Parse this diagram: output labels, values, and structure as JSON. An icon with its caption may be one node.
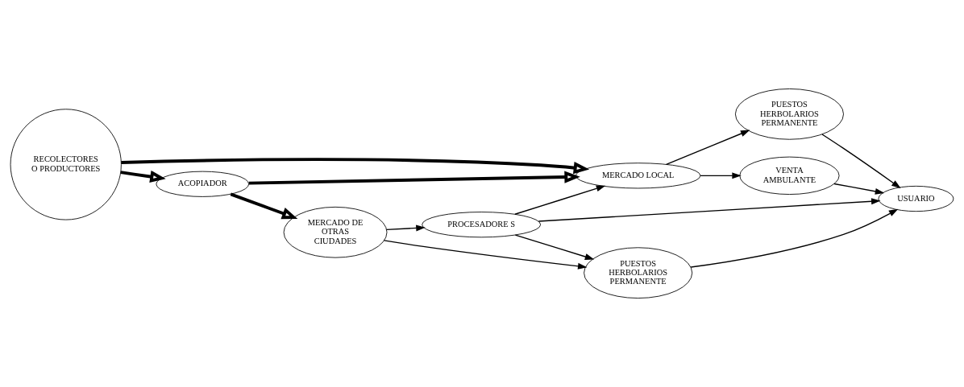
{
  "diagram": {
    "nodes": [
      {
        "text": [
          "RECOLECTORES O PRODUCTORES"
        ]
      },
      {
        "text": [
          "ACOPIADOR"
        ]
      },
      {
        "text": [
          "MERCADO DE OTRAS CIUDADES"
        ]
      },
      {
        "text": [
          "PUESTOS HERBOLARIOS PERMANENTE"
        ]
      },
      {
        "text": [
          "PROCESADORE S"
        ]
      },
      {
        "text": [
          "MERCADO LOCAL"
        ]
      },
      {
        "text": [
          "VENTA AMBULANTE"
        ]
      },
      {
        "text": [
          "PUESTOS HERBOLARIOS PERMANENTE"
        ]
      },
      {
        "text": [
          "USUARIO"
        ]
      }
    ],
    "edges": [
      {
        "from": 0,
        "to": 1,
        "arrow": "to",
        "style": "thick"
      },
      {
        "from": 1,
        "to": 2,
        "arrow": "to",
        "style": "thick"
      },
      {
        "from": 2,
        "to": 3,
        "arrow": "to"
      },
      {
        "from": 2,
        "to": 4,
        "arrow": "to"
      },
      {
        "from": 4,
        "to": 3,
        "arrow": "to"
      },
      {
        "from": 1,
        "to": 5,
        "arrow": "to",
        "style": "thick"
      },
      {
        "from": 3,
        "to": 8,
        "arrow": "to"
      },
      {
        "from": 4,
        "to": 5,
        "arrow": "to"
      },
      {
        "from": 4,
        "to": 8,
        "arrow": "to"
      },
      {
        "from": 0,
        "to": 5,
        "arrow": "to",
        "style": "thick"
      },
      {
        "from": 5,
        "to": 6,
        "arrow": "to"
      },
      {
        "from": 5,
        "to": 7,
        "arrow": "to"
      },
      {
        "from": 6,
        "to": 8,
        "arrow": "to"
      },
      {
        "from": 7,
        "to": 8,
        "arrow": "to"
      }
    ]
  }
}
